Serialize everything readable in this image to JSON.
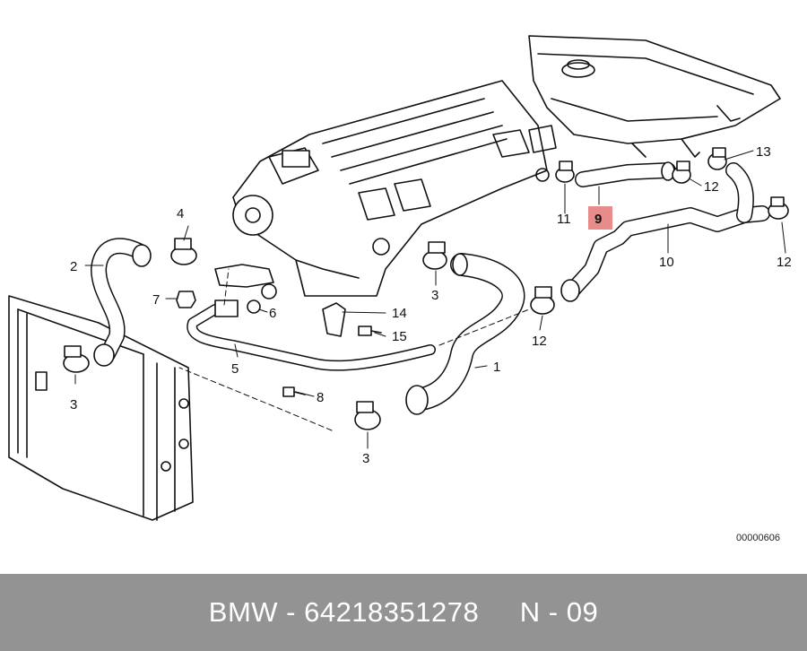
{
  "diagram": {
    "reference_code": "00000606",
    "highlighted_part": "9",
    "part_labels": [
      {
        "id": "1",
        "text": "1"
      },
      {
        "id": "2",
        "text": "2"
      },
      {
        "id": "3a",
        "text": "3"
      },
      {
        "id": "3b",
        "text": "3"
      },
      {
        "id": "3c",
        "text": "3"
      },
      {
        "id": "4",
        "text": "4"
      },
      {
        "id": "5",
        "text": "5"
      },
      {
        "id": "6",
        "text": "6"
      },
      {
        "id": "7",
        "text": "7"
      },
      {
        "id": "8",
        "text": "8"
      },
      {
        "id": "9",
        "text": "9"
      },
      {
        "id": "10",
        "text": "10"
      },
      {
        "id": "11",
        "text": "11"
      },
      {
        "id": "12a",
        "text": "12"
      },
      {
        "id": "12b",
        "text": "12"
      },
      {
        "id": "12c",
        "text": "12"
      },
      {
        "id": "13",
        "text": "13"
      },
      {
        "id": "14",
        "text": "14"
      },
      {
        "id": "15",
        "text": "15"
      }
    ],
    "highlight_color": "#e88b8b"
  },
  "footer": {
    "caption": "BMW - 64218351278     N - 09",
    "background": "#939393"
  }
}
